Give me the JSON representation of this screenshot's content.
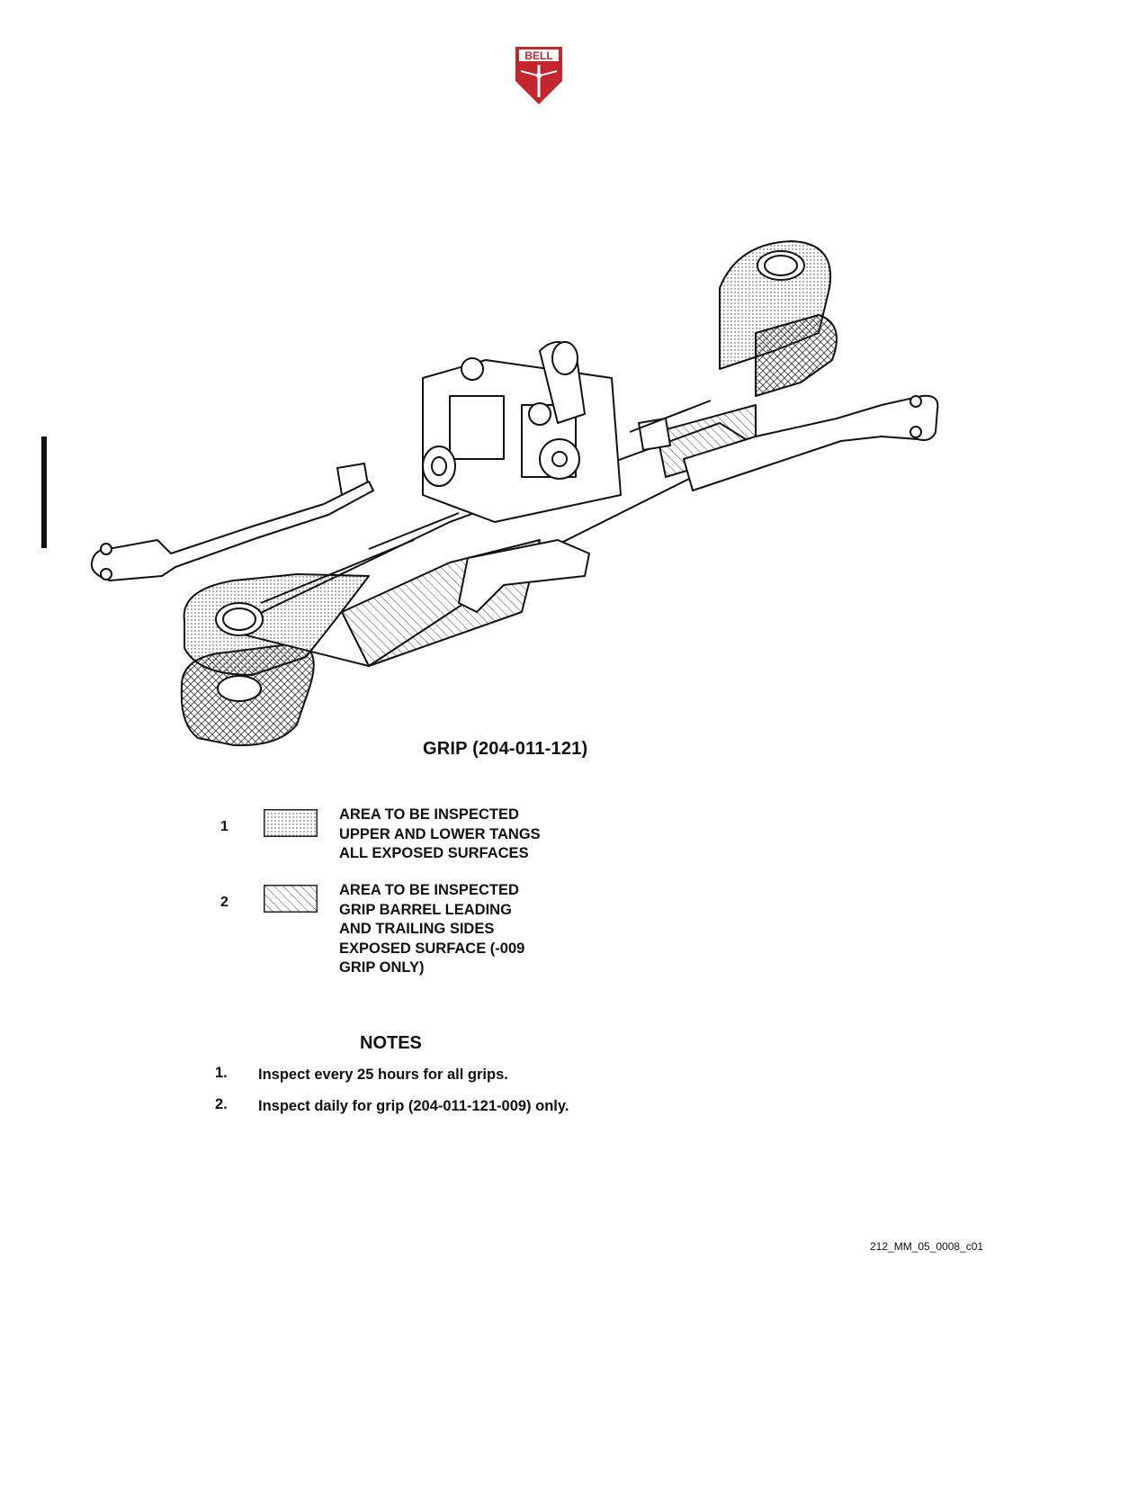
{
  "logo": {
    "text": "BELL",
    "color": "#c4262e"
  },
  "figure": {
    "title": "GRIP (204-011-121)"
  },
  "legend": [
    {
      "number": "1",
      "pattern": "dots",
      "lines": [
        "AREA TO BE INSPECTED",
        "UPPER AND LOWER TANGS",
        "ALL EXPOSED SURFACES"
      ]
    },
    {
      "number": "2",
      "pattern": "hatch",
      "lines": [
        "AREA TO BE INSPECTED",
        "GRIP BARREL LEADING",
        "AND TRAILING SIDES",
        "EXPOSED SURFACE (-009",
        "GRIP ONLY)"
      ]
    }
  ],
  "notes": {
    "heading": "NOTES",
    "items": [
      {
        "number": "1.",
        "text": "Inspect every 25 hours for all grips."
      },
      {
        "number": "2.",
        "text": "Inspect daily for grip (204-011-121-009) only."
      }
    ]
  },
  "figure_id": "212_MM_05_0008_c01"
}
